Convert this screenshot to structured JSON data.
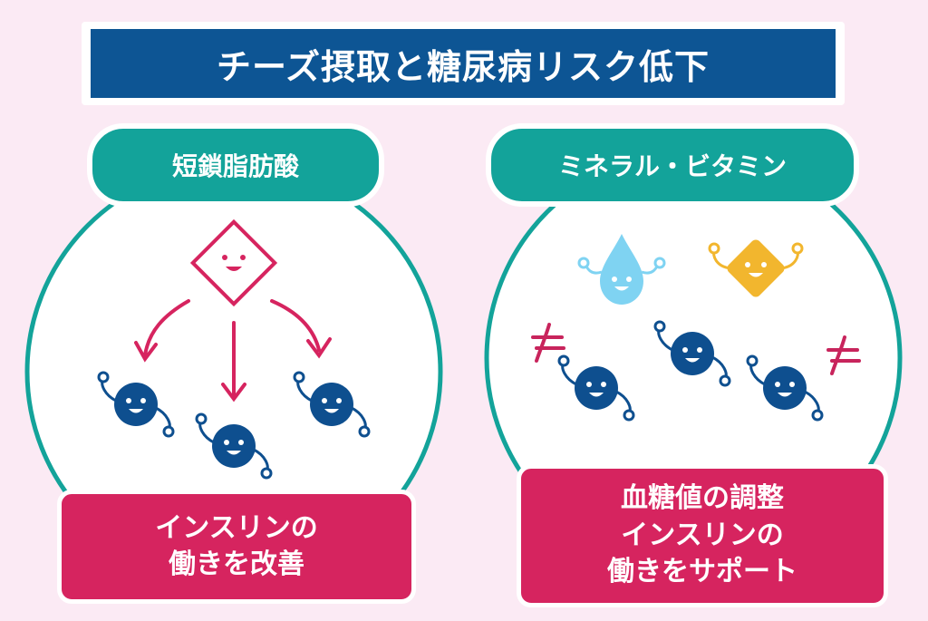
{
  "title": "チーズ摂取と糖尿病リスク低下",
  "left_panel": {
    "label": "短鎖脂肪酸",
    "caption_lines": [
      "インスリンの",
      "働きを改善"
    ]
  },
  "right_panel": {
    "label": "ミネラル・ビタミン",
    "caption_lines": [
      "血糖値の調整",
      "インスリンの",
      "働きをサポート"
    ]
  },
  "colors": {
    "background": "#fbeaf4",
    "title_bg": "#0d5594",
    "teal": "#13a39a",
    "magenta": "#d6245f",
    "navy_character": "#0e4f8f",
    "water_drop": "#7fd3f2",
    "mineral": "#f2b62e"
  }
}
